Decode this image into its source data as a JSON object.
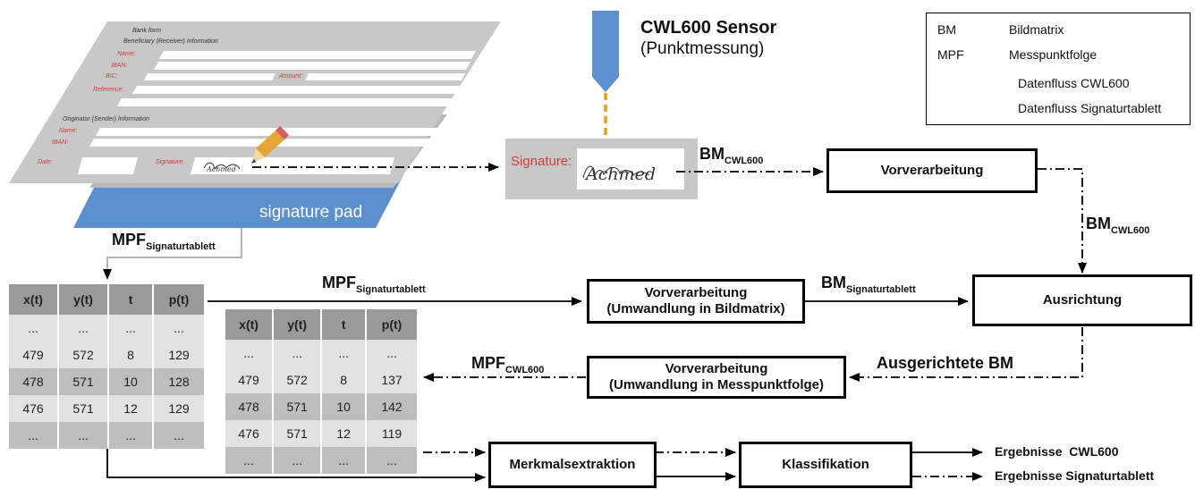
{
  "legend": {
    "rows": [
      {
        "abbr": "BM",
        "desc": "Bildmatrix"
      },
      {
        "abbr": "MPF",
        "desc": "Messpunktfolge"
      },
      {
        "abbr": "",
        "desc": "Datenfluss CWL600"
      },
      {
        "abbr": "",
        "desc": "Datenfluss Signaturtablett"
      }
    ]
  },
  "sensor": {
    "title": "CWL600 Sensor",
    "subtitle": "(Punktmessung)"
  },
  "form": {
    "bank": "Bank form",
    "beneficiary": "Beneficiary (Receiver) Information",
    "name1": "Name:",
    "iban1": "IBAN:",
    "bic": "BIC:",
    "amount": "Amount:",
    "reference": "Reference:",
    "originator": "Originator (Sender) Information",
    "name2": "Name:",
    "iban2": "IBAN:",
    "date": "Date:",
    "signature": "Signature:",
    "signature_name": "Achmed"
  },
  "pad_label": "signature pad",
  "crop": {
    "label": "Signature:",
    "signature_name": "Achmed"
  },
  "labels": {
    "bm": "BM",
    "mpf": "MPF",
    "sub_cwl": "CWL600",
    "sub_sig": "Signaturtablett",
    "ausgerichtete": "Ausgerichtete BM"
  },
  "boxes": {
    "vorverarbeitung_top": "Vorverarbeitung",
    "ausrichtung": "Ausrichtung",
    "vorv_bild_1": "Vorverarbeitung",
    "vorv_bild_2": "(Umwandlung in Bildmatrix)",
    "vorv_mess_1": "Vorverarbeitung",
    "vorv_mess_2": "(Umwandlung in Messpunktfolge)",
    "merkmal": "Merkmalsextraktion",
    "klass": "Klassifikation"
  },
  "results": {
    "cwl": "Ergebnisse  CWL600",
    "sig": "Ergebnisse Signaturtablett"
  },
  "table_sig": {
    "headers": [
      "x(t)",
      "y(t)",
      "t",
      "p(t)"
    ],
    "rows": [
      [
        "...",
        "...",
        "...",
        "..."
      ],
      [
        "479",
        "572",
        "8",
        "129"
      ],
      [
        "478",
        "571",
        "10",
        "128"
      ],
      [
        "476",
        "571",
        "12",
        "129"
      ],
      [
        "...",
        "...",
        "...",
        "..."
      ]
    ]
  },
  "table_cwl": {
    "headers": [
      "x(t)",
      "y(t)",
      "t",
      "p(t)"
    ],
    "rows": [
      [
        "...",
        "...",
        "...",
        "..."
      ],
      [
        "479",
        "572",
        "8",
        "137"
      ],
      [
        "478",
        "571",
        "10",
        "142"
      ],
      [
        "476",
        "571",
        "12",
        "119"
      ],
      [
        "...",
        "...",
        "...",
        "..."
      ]
    ]
  }
}
